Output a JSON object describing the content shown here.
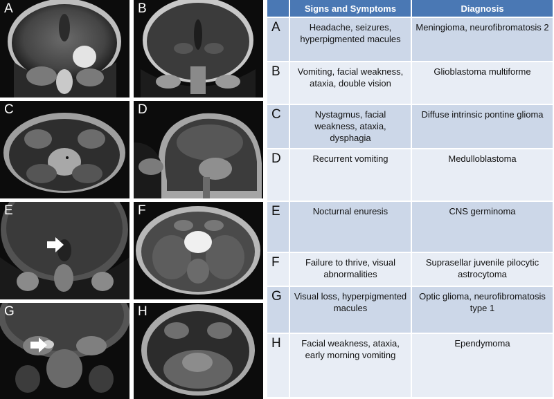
{
  "panels": [
    "A",
    "B",
    "C",
    "D",
    "E",
    "F",
    "G",
    "H"
  ],
  "table": {
    "headers": [
      "",
      "Signs and Symptoms",
      "Diagnosis"
    ],
    "rows": [
      {
        "letter": "A",
        "symptoms": "Headache, seizures, hyperpigmented macules",
        "diagnosis": "Meningioma, neurofibromatosis 2"
      },
      {
        "letter": "B",
        "symptoms": "Vomiting, facial weakness, ataxia, double vision",
        "diagnosis": "Glioblastoma multiforme"
      },
      {
        "letter": "C",
        "symptoms": "Nystagmus, facial weakness, ataxia, dysphagia",
        "diagnosis": "Diffuse intrinsic pontine glioma"
      },
      {
        "letter": "D",
        "symptoms": "Recurrent vomiting",
        "diagnosis": "Medulloblastoma"
      },
      {
        "letter": "E",
        "symptoms": "Nocturnal enuresis",
        "diagnosis": "CNS germinoma"
      },
      {
        "letter": "F",
        "symptoms": "Failure to thrive, visual abnormalities",
        "diagnosis": "Suprasellar juvenile pilocytic astrocytoma"
      },
      {
        "letter": "G",
        "symptoms": "Visual loss, hyperpigmented macules",
        "diagnosis": "Optic glioma, neurofibromatosis type 1"
      },
      {
        "letter": "H",
        "symptoms": "Facial weakness, ataxia, early morning vomiting",
        "diagnosis": "Ependymoma"
      }
    ]
  }
}
